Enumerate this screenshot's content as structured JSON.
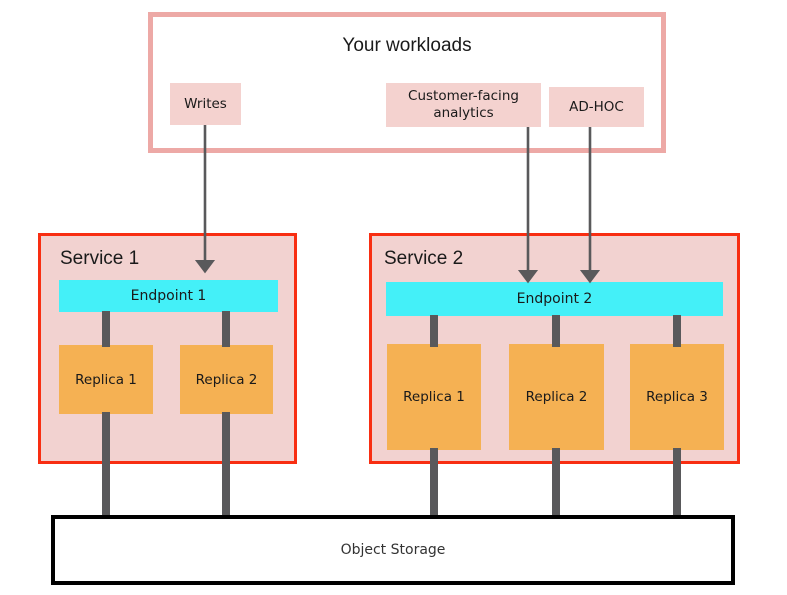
{
  "diagram": {
    "title": "Your workloads",
    "workloads": [
      {
        "id": "writes",
        "label": "Writes"
      },
      {
        "id": "customer-facing-analytics",
        "label": "Customer-facing analytics"
      },
      {
        "id": "ad-hoc",
        "label": "AD-HOC"
      }
    ],
    "services": [
      {
        "id": "service-1",
        "label": "Service 1",
        "endpoint": "Endpoint 1",
        "replicas": [
          "Replica 1",
          "Replica 2"
        ]
      },
      {
        "id": "service-2",
        "label": "Service 2",
        "endpoint": "Endpoint 2",
        "replicas": [
          "Replica 1",
          "Replica 2",
          "Replica 3"
        ]
      }
    ],
    "storage": {
      "label": "Object Storage"
    },
    "colors": {
      "workloads_border": "#eda9a6",
      "workload_chip_fill": "#f4d2cf",
      "service_border": "#f82e12",
      "service_fill": "#f2d2d0",
      "endpoint_fill": "#44f0f8",
      "replica_fill": "#f5b153",
      "connector": "#59595b",
      "storage_border": "#000000",
      "background": "#ffffff"
    }
  }
}
